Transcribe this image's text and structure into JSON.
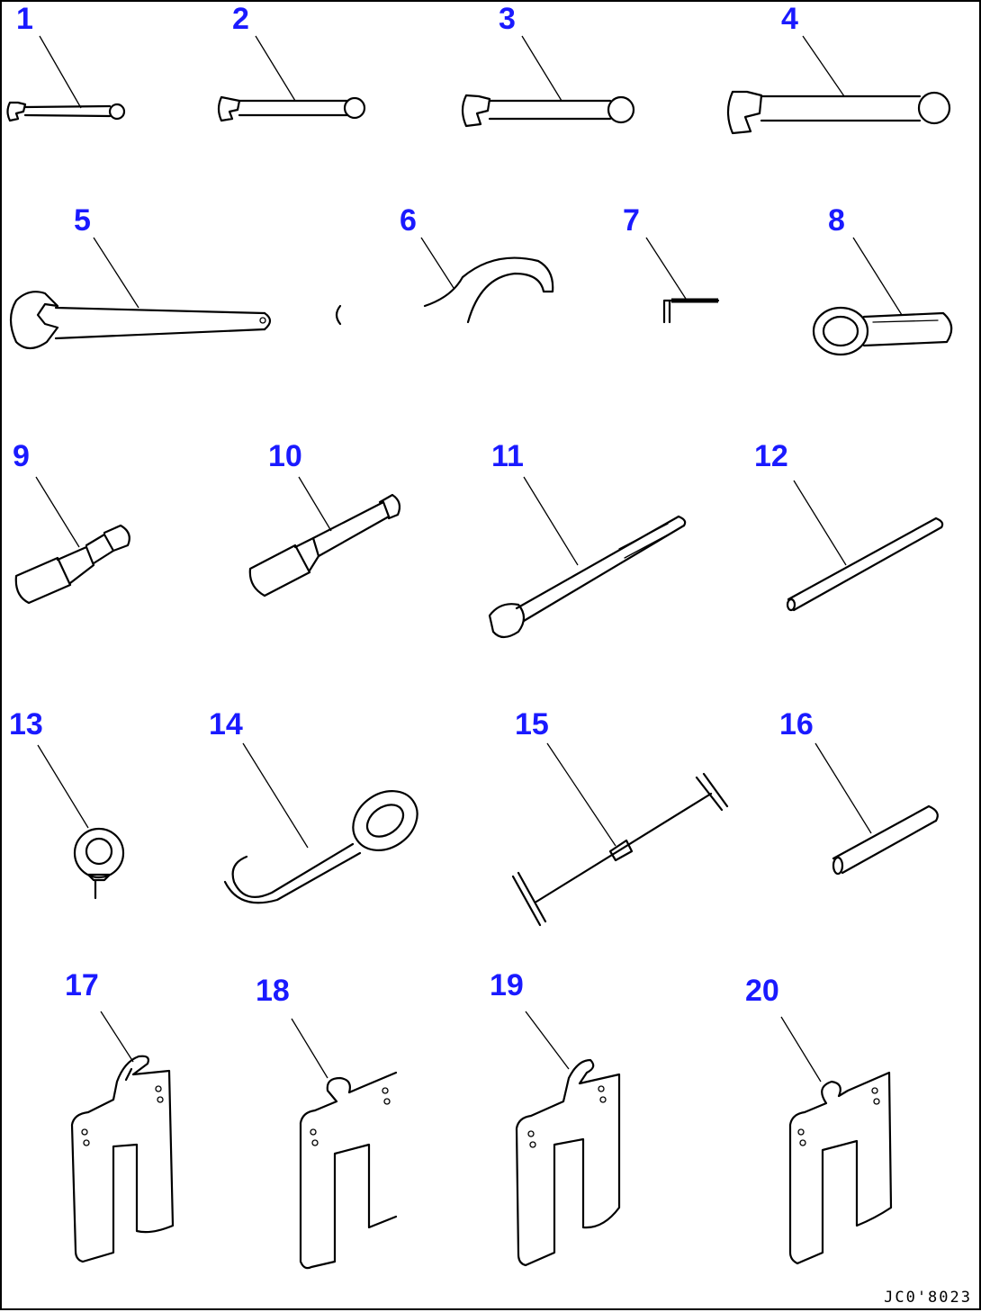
{
  "diagram": {
    "callouts": [
      "1",
      "2",
      "3",
      "4",
      "5",
      "6",
      "7",
      "8",
      "9",
      "10",
      "11",
      "12",
      "13",
      "14",
      "15",
      "16",
      "17",
      "18",
      "19",
      "20"
    ],
    "drawing_code": "JC0'8023"
  }
}
